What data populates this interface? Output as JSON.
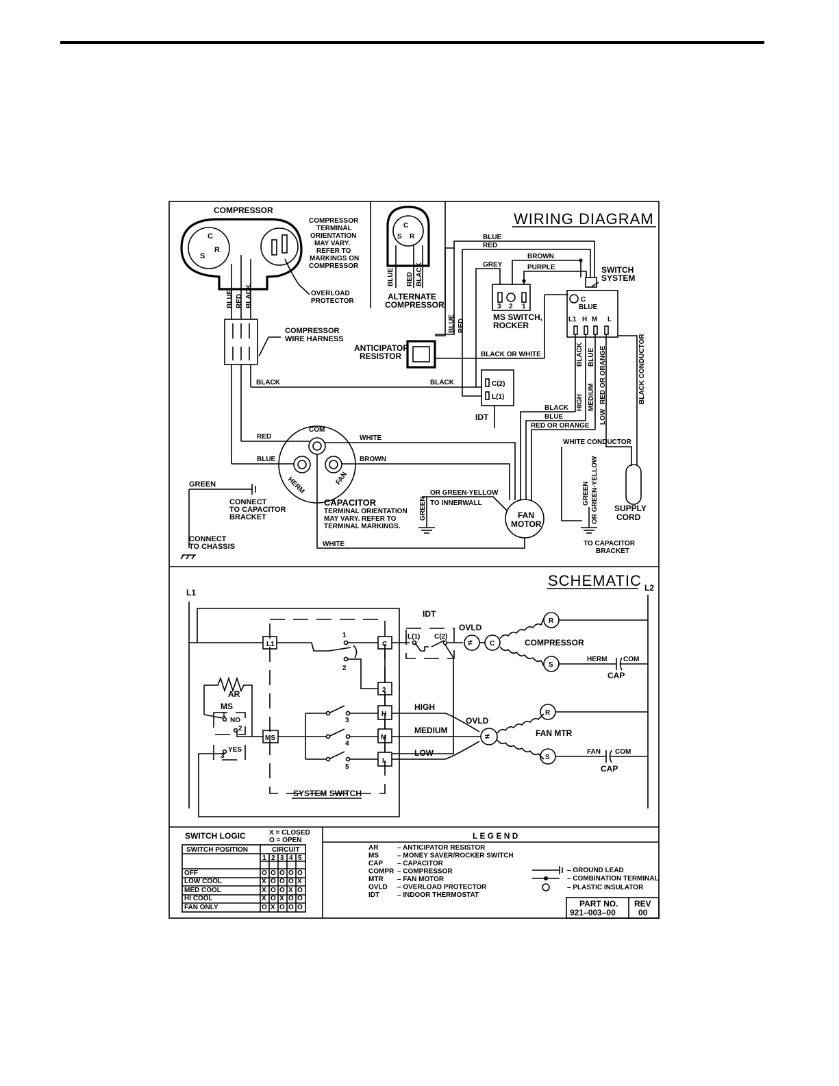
{
  "wiring": {
    "title": "WIRING DIAGRAM",
    "compressor": "COMPRESSOR",
    "orientation_note": [
      "COMPRESSOR",
      "TERMINAL",
      "ORIENTATION",
      "MAY VARY.",
      "REFER TO",
      "MARKINGS ON",
      "COMPRESSOR"
    ],
    "overload": [
      "OVERLOAD",
      "PROTECTOR"
    ],
    "alternate": [
      "ALTERNATE",
      "COMPRESSOR"
    ],
    "harness": [
      "COMPRESSOR",
      "WIRE HARNESS"
    ],
    "anticipator": [
      "ANTICIPATOR",
      "RESISTOR"
    ],
    "ms_switch": [
      "MS SWITCH,",
      "ROCKER"
    ],
    "switch_system": [
      "SWITCH",
      "SYSTEM"
    ],
    "idt": "IDT",
    "idt_c2": "C(2)",
    "idt_l1": "L(1)",
    "capacitor_title": "CAPACITOR",
    "capacitor_note": [
      "TERMINAL ORIENTATION",
      "MAY VARY. REFER TO",
      "TERMINAL MARKINGS."
    ],
    "com": "COM",
    "herm": "HERM",
    "fan": "FAN",
    "fan_motor": [
      "FAN",
      "MOTOR"
    ],
    "supply_cord": [
      "SUPPLY",
      "CORD"
    ],
    "connect_cap": [
      "CONNECT",
      "TO CAPACITOR",
      "BRACKET"
    ],
    "connect_chassis": [
      "CONNECT",
      "TO CHASSIS"
    ],
    "to_cap_bracket": [
      "TO CAPACITOR",
      "BRACKET"
    ],
    "to_innerwall": "TO INNERWALL",
    "term_s": "S",
    "term_c": "C",
    "term_r": "R",
    "ms_pins": [
      "3",
      "2",
      "1"
    ],
    "sw_pins": [
      "L1",
      "H",
      "M",
      "L"
    ],
    "sw_c": "C",
    "wires": {
      "blue": "BLUE",
      "red": "RED",
      "black": "BLACK",
      "brown": "BROWN",
      "purple": "PURPLE",
      "grey": "GREY",
      "white": "WHITE",
      "green": "GREEN",
      "black_or_white": "BLACK OR WHITE",
      "red_or_orange": "RED OR ORANGE",
      "white_conductor": "WHITE CONDUCTOR",
      "black_conductor": "BLACK CONDUCTOR",
      "or_green_yellow": "OR GREEN-YELLOW",
      "high": "HIGH",
      "medium": "MEDIUM",
      "low": "LOW"
    }
  },
  "schematic": {
    "title": "SCHEMATIC",
    "l1": "L1",
    "l2": "L2",
    "idt": "IDT",
    "ovld": "OVLD",
    "compressor": "COMPRESSOR",
    "fan_mtr": "FAN MTR",
    "herm": "HERM",
    "com": "COM",
    "fan": "FAN",
    "cap": "CAP",
    "ar": "AR",
    "ms": "MS",
    "no": "NO",
    "yes": "YES",
    "high": "HIGH",
    "medium": "MEDIUM",
    "low": "LOW",
    "system_switch": "SYSTEM SWITCH",
    "idt_l1": "L(1)",
    "idt_c2": "C(2)",
    "box_l1": "L1",
    "box_c": "C",
    "box_2": "2",
    "box_h": "H",
    "box_m": "M",
    "box_l": "L",
    "box_ms": "MS",
    "node_r": "R",
    "node_s": "S",
    "node_c": "C",
    "n1": "1",
    "n2": "2",
    "n3": "3",
    "n4": "4",
    "n5": "5"
  },
  "switch_logic": {
    "title": "SWITCH LOGIC",
    "key_closed": "X  =  CLOSED",
    "key_open": "O  =  OPEN",
    "col_position": "SWITCH POSITION",
    "col_circuit": "CIRCUIT",
    "circuits": [
      "1",
      "2",
      "3",
      "4",
      "5"
    ],
    "rows": [
      {
        "position": "OFF",
        "values": [
          "O",
          "O",
          "O",
          "O",
          "O"
        ]
      },
      {
        "position": "LOW COOL",
        "values": [
          "X",
          "O",
          "O",
          "O",
          "X"
        ]
      },
      {
        "position": "MED COOL",
        "values": [
          "X",
          "O",
          "O",
          "X",
          "O"
        ]
      },
      {
        "position": "HI COOL",
        "values": [
          "X",
          "O",
          "X",
          "O",
          "O"
        ]
      },
      {
        "position": "FAN ONLY",
        "values": [
          "O",
          "X",
          "O",
          "O",
          "O"
        ]
      }
    ]
  },
  "legend": {
    "title": "L E G E N D",
    "items": [
      {
        "abbr": "AR",
        "desc": "–  ANTICIPATOR RESISTOR"
      },
      {
        "abbr": "MS",
        "desc": "–  MONEY SAVER/ROCKER SWITCH"
      },
      {
        "abbr": "CAP",
        "desc": "–  CAPACITOR"
      },
      {
        "abbr": "COMPR",
        "desc": "–  COMPRESSOR"
      },
      {
        "abbr": "MTR",
        "desc": "–  FAN MOTOR"
      },
      {
        "abbr": "OVLD",
        "desc": "–  OVERLOAD PROTECTOR"
      },
      {
        "abbr": "IDT",
        "desc": "–  INDOOR THERMOSTAT"
      }
    ],
    "symbols": [
      "–  GROUND LEAD",
      "–  COMBINATION TERMINAL",
      "–  PLASTIC INSULATOR"
    ]
  },
  "part": {
    "label": "PART NO.",
    "number": "921–003–00",
    "rev_label": "REV",
    "rev": "00"
  }
}
